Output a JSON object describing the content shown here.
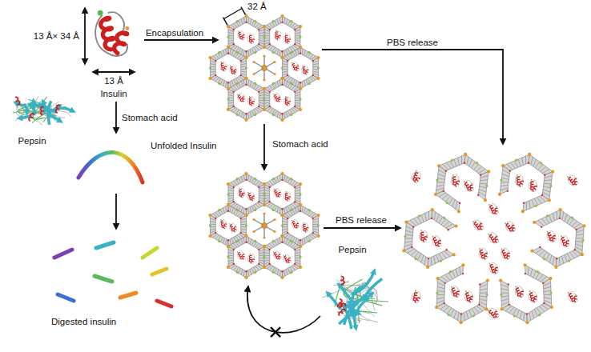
{
  "diagram": {
    "nodes": [
      {
        "text": [
          "Insulin"
        ]
      },
      {
        "text": [
          "Pepsin"
        ]
      },
      {
        "text": [
          "Unfolded Insulin"
        ]
      },
      {
        "text": [
          "Pepsin"
        ]
      },
      {
        "text": [
          "Digested insulin"
        ]
      }
    ],
    "edges": [
      {
        "from": 0,
        "to": 2,
        "arrow": "to",
        "label": "Stomach acid"
      },
      {
        "from": 2,
        "to": 4,
        "arrow": "to"
      }
    ],
    "labels": [
      "13 Å× 34 Å",
      "13 Å",
      "Encapsulation",
      "32 Å",
      "PBS release",
      "Stomach acid",
      "PBS release"
    ]
  }
}
